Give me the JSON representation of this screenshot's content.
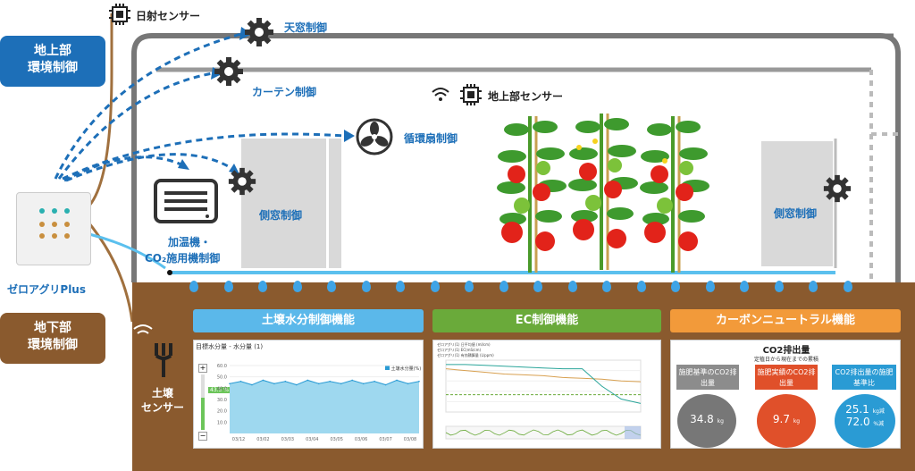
{
  "labels": {
    "sun_sensor": "日射センサー",
    "roof_window": "天窓制御",
    "curtain": "カーテン制御",
    "upper_sensor": "地上部センサー",
    "circ_fan": "循環扇制御",
    "side_window_left": "側窓制御",
    "side_window_right": "側窓制御",
    "heater_line1": "加温機・",
    "heater_line2": "CO₂施用機制御",
    "device": "ゼロアグリPlus",
    "soil_sensor_line1": "土壌",
    "soil_sensor_line2": "センサー"
  },
  "boxes": {
    "above_line1": "地上部",
    "above_line2": "環境制御",
    "below_line1": "地下部",
    "below_line2": "環境制御"
  },
  "panels": {
    "soil": {
      "header": "土壌水分制御機能",
      "chart_title": "目標水分量 - 水分量 (1)",
      "legend": "土壌水分量(%)",
      "current": "43.5 %",
      "y_ticks": [
        "60.0",
        "50.0",
        "40.0",
        "30.0",
        "20.0",
        "10.0"
      ],
      "x_ticks": [
        "03/12",
        "03/02",
        "03/03",
        "03/04",
        "03/05",
        "03/06",
        "03/07",
        "03/08"
      ]
    },
    "ec": {
      "header": "EC制御機能",
      "legend": [
        "ゼロアグリ(1) 日平均値 (ml/cm)",
        "ゼロアグリ(1) EC(mS/cm)",
        "ゼロアグリ(1) 有効積算量 (L/ppm)"
      ]
    },
    "carbon": {
      "header": "カーボンニュートラル機能",
      "title": "CO2排出量",
      "subtitle": "定植日から現在までの累積",
      "cols": [
        {
          "label": "施肥基準のCO2排出量",
          "value": "34.8",
          "unit": "kg"
        },
        {
          "label": "施肥実績のCO2排出量",
          "value": "9.7",
          "unit": "kg"
        },
        {
          "label": "CO2排出量の施肥基準比",
          "value": "25.1",
          "unit": "kg減",
          "value2": "72.0",
          "unit2": "%減"
        }
      ]
    }
  },
  "chart_data": [
    {
      "type": "area",
      "title": "目標水分量 - 水分量 (1)",
      "series": [
        {
          "name": "土壌水分量(%)",
          "values": [
            44,
            46,
            43,
            47,
            44,
            46,
            43,
            47,
            44,
            46,
            44,
            47,
            44,
            46,
            43,
            47,
            44,
            46
          ]
        }
      ],
      "ylim": [
        0,
        60
      ],
      "x": [
        "03/12",
        "03/02",
        "03/03",
        "03/04",
        "03/05",
        "03/06",
        "03/07",
        "03/08"
      ]
    },
    {
      "type": "line",
      "series": [
        {
          "name": "ゼロアグリ(1) 日平均値 (ml/cm)",
          "values": [
            0.9,
            0.88,
            0.86,
            0.84,
            0.83,
            0.82,
            0.8,
            0.79,
            0.78,
            0.76,
            0.75
          ]
        },
        {
          "name": "ゼロアグリ(1) EC(mS/cm)",
          "values": [
            0.95,
            0.95,
            0.94,
            0.93,
            0.92,
            0.91,
            0.9,
            0.9,
            0.7,
            0.55,
            0.5
          ]
        },
        {
          "name": "ゼロアグリ(1) 有効積算量 (L/ppm)",
          "values": [
            0.6,
            0.6,
            0.6,
            0.6,
            0.6,
            0.6,
            0.6,
            0.6,
            0.6,
            0.6,
            0.6
          ]
        }
      ]
    }
  ],
  "colors": {
    "blue_box": "#1d6fb8",
    "brown_box": "#8a5a2e",
    "soil_header": "#5bb8ea",
    "ec_header": "#6aaa3a",
    "carbon_header": "#f29a3a"
  }
}
